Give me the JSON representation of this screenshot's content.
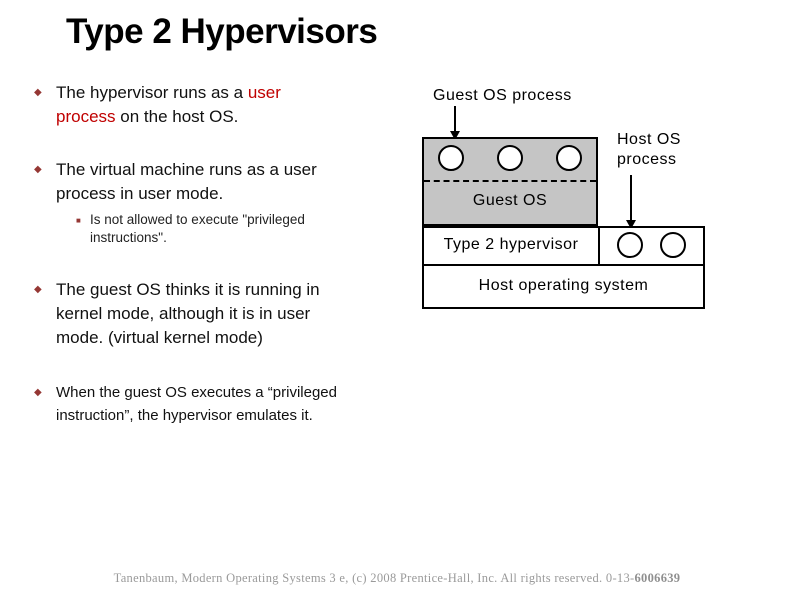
{
  "slide": {
    "title": "Type 2 Hypervisors",
    "bullet_glyph": "◆",
    "sub_bullet_glyph": "■",
    "bullet1": {
      "pre": "The hypervisor runs as a ",
      "em": "user process",
      "post": " on the host OS."
    },
    "bullet2": "The virtual machine runs as a user process in user mode.",
    "bullet2_sub": "Is not allowed to execute \"privileged instructions\".",
    "bullet3": "The guest OS thinks it is running in kernel mode, although it is in user mode. (virtual kernel mode)",
    "bullet4": "When the guest OS executes a “privileged instruction”, the hypervisor emulates it."
  },
  "diagram": {
    "labels": {
      "guest_os_process": "Guest OS process",
      "host_os_process": "Host OS\nprocess",
      "guest_os": "Guest OS",
      "type2_hypervisor": "Type 2 hypervisor",
      "host_operating_system": "Host operating system"
    },
    "guest_process_circles": 3,
    "host_process_circles": 2,
    "colors": {
      "guest_box_fill": "#c5c5c5",
      "line": "#000000"
    }
  },
  "footer": {
    "text": "Tanenbaum, Modern Operating Systems 3 e, (c) 2008 Prentice-Hall, Inc. All rights reserved. 0-13-",
    "isbn_bold": "6006639"
  },
  "colors": {
    "accent_red": "#c00000",
    "bullet_maroon": "#953734",
    "footer_gray": "#9a9a9a"
  }
}
